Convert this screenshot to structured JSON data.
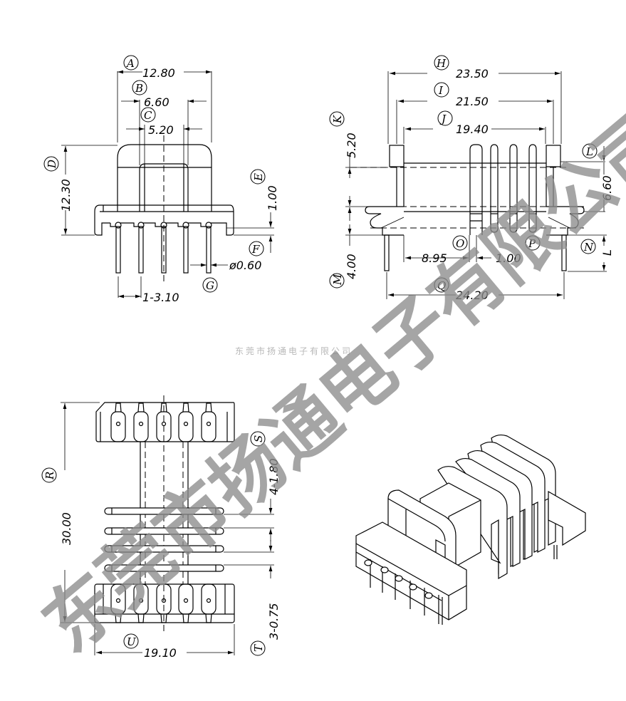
{
  "title": "EE bobbin dimensional drawing",
  "company_caption": "东莞市扬通电子有限公司",
  "watermark": "东莞市扬通电子有限公司",
  "colors": {
    "line": "#000000",
    "watermark": "#8c8c8c",
    "caption": "#b8b8b8"
  },
  "views": {
    "front": {
      "dims": [
        {
          "label": "A",
          "value": "12.80"
        },
        {
          "label": "B",
          "value": "6.60"
        },
        {
          "label": "C",
          "value": "5.20"
        },
        {
          "label": "D",
          "value": "12.30"
        },
        {
          "label": "E",
          "value": "1.00"
        },
        {
          "label": "F",
          "value": "ø0.60"
        },
        {
          "label": "G",
          "value": "1-3.10"
        }
      ]
    },
    "side": {
      "dims": [
        {
          "label": "H",
          "value": "23.50"
        },
        {
          "label": "I",
          "value": "21.50"
        },
        {
          "label": "J",
          "value": "19.40"
        },
        {
          "label": "K",
          "value": "5.20"
        },
        {
          "label": "L",
          "value": "6.60"
        },
        {
          "label": "M",
          "value": "4.00"
        },
        {
          "label": "N",
          "value": "L"
        },
        {
          "label": "O",
          "value": "8.95"
        },
        {
          "label": "P",
          "value": "1.00"
        },
        {
          "label": "Q",
          "value": "24.20"
        }
      ]
    },
    "top": {
      "dims": [
        {
          "label": "R",
          "value": "30.00"
        },
        {
          "label": "S",
          "value": "4-1.80"
        },
        {
          "label": "T",
          "value": "3-0.75"
        },
        {
          "label": "U",
          "value": "19.10"
        }
      ]
    },
    "iso": {
      "name": "isometric-view"
    }
  }
}
